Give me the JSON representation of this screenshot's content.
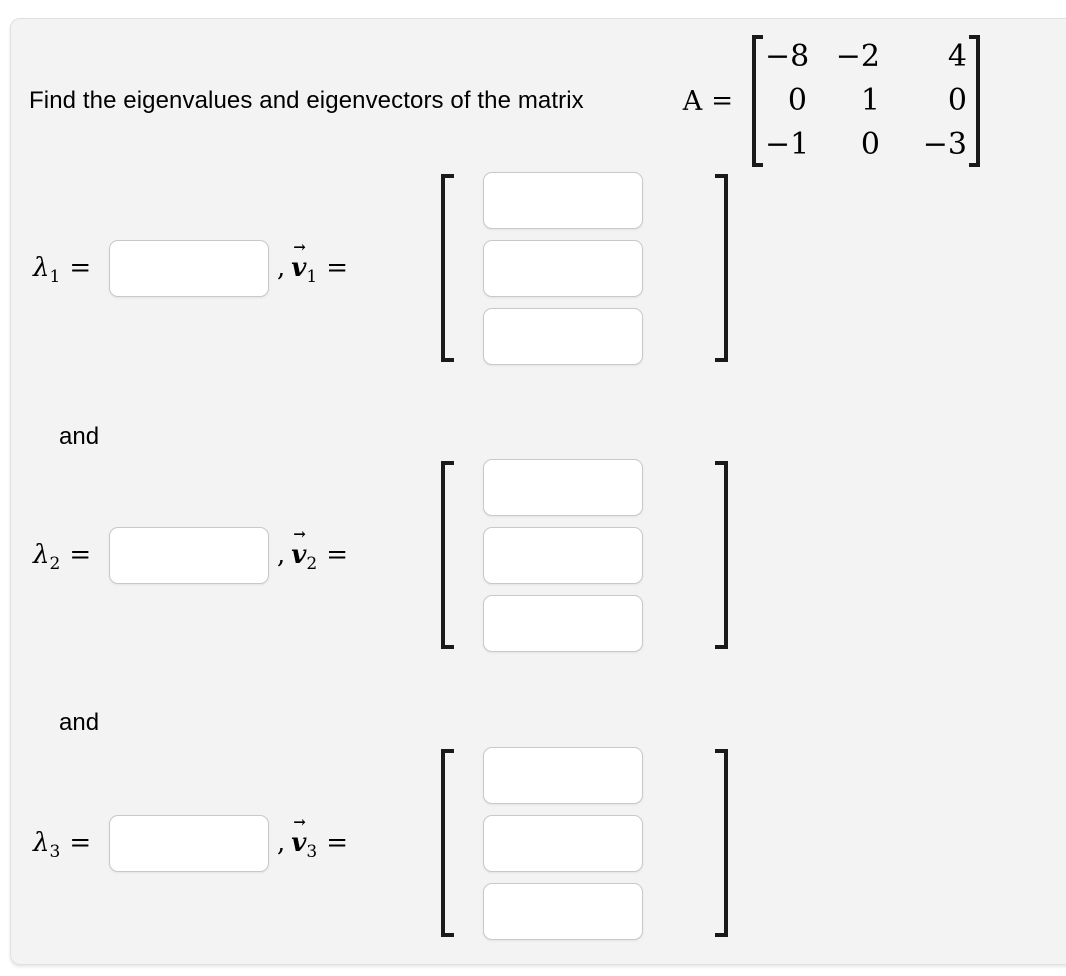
{
  "prompt": {
    "text": "Find the eigenvalues and eigenvectors of the matrix",
    "matrix_symbol": "A",
    "equals": "="
  },
  "matrix": {
    "rows": [
      [
        "−8",
        "−2",
        "4"
      ],
      [
        "0",
        "1",
        "0"
      ],
      [
        "−1",
        "0",
        "−3"
      ]
    ]
  },
  "connector_label": "and",
  "answers": [
    {
      "lambda_symbol": "λ",
      "index": "1",
      "equals": "=",
      "lambda_value": "",
      "separator": ",",
      "vector_symbol": "v",
      "vector_arrow": "→",
      "vector_equals": "=",
      "vector_values": [
        "",
        "",
        ""
      ]
    },
    {
      "lambda_symbol": "λ",
      "index": "2",
      "equals": "=",
      "lambda_value": "",
      "separator": ",",
      "vector_symbol": "v",
      "vector_arrow": "→",
      "vector_equals": "=",
      "vector_values": [
        "",
        "",
        ""
      ]
    },
    {
      "lambda_symbol": "λ",
      "index": "3",
      "equals": "=",
      "lambda_value": "",
      "separator": ",",
      "vector_symbol": "v",
      "vector_arrow": "→",
      "vector_equals": "=",
      "vector_values": [
        "",
        "",
        ""
      ]
    }
  ],
  "colors": {
    "page_bg": "#ffffff",
    "panel_bg": "#f3f3f4",
    "panel_border": "#e0e0e0",
    "input_bg": "#ffffff",
    "input_border": "#c9c9c9",
    "bracket": "#1a1a1a",
    "text": "#000000"
  }
}
